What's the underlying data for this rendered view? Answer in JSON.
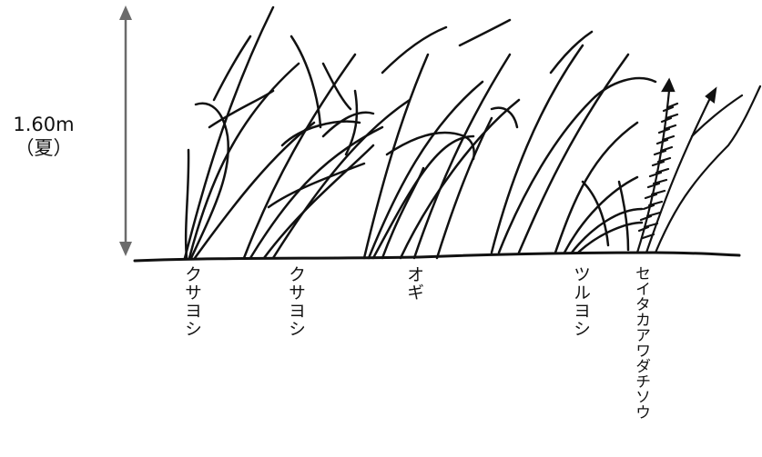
{
  "height_marker": {
    "value": "1.60m",
    "season": "（夏）",
    "color": "#6b6b6b"
  },
  "plants": [
    {
      "label": "クサヨシ"
    },
    {
      "label": "クサヨシ"
    },
    {
      "label": "オギ"
    },
    {
      "label": "ツルヨシ"
    },
    {
      "label": "セイタカアワダチソウ"
    }
  ],
  "colors": {
    "ink": "#111111",
    "background": "#ffffff"
  }
}
